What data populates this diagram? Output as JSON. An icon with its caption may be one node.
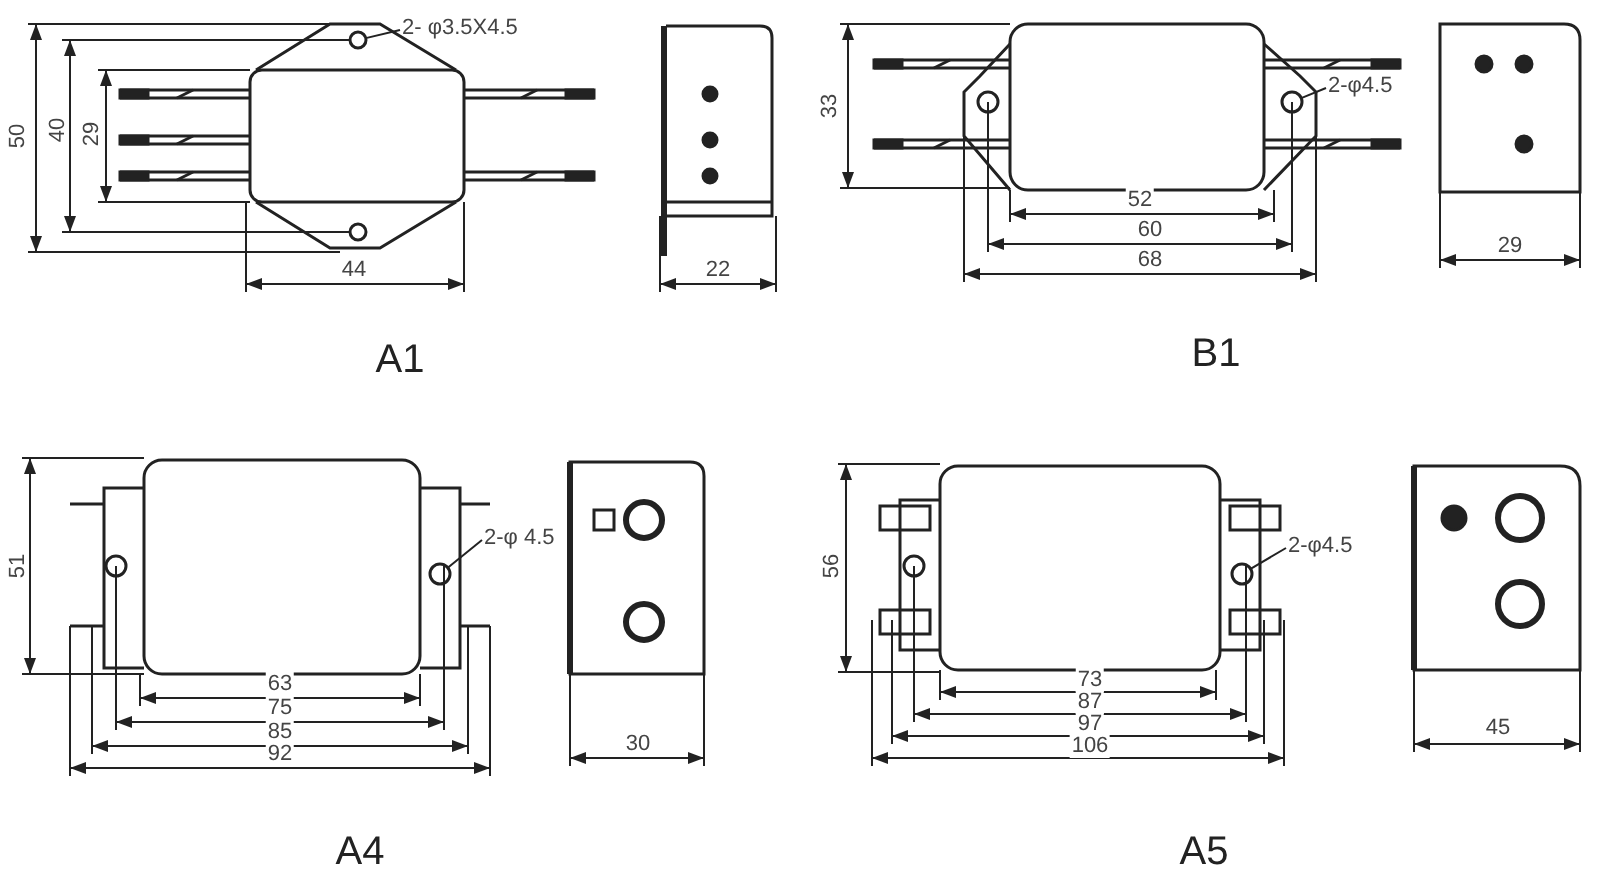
{
  "diagram": {
    "nodes": [
      {
        "text": [
          "2- φ3.5X4.5"
        ]
      },
      {
        "text": [],
        "shape": "circle"
      },
      {
        "text": [
          "2-φ4.5"
        ]
      },
      {
        "text": [],
        "shape": "circle"
      },
      {
        "text": [
          "2-φ 4.5"
        ]
      },
      {
        "text": [],
        "shape": "circle"
      },
      {
        "text": [
          "2-φ4.5"
        ]
      },
      {
        "text": [],
        "shape": "circle"
      }
    ],
    "edges": [
      {
        "from": 0,
        "to": 1,
        "arrow": "none"
      },
      {
        "from": 2,
        "to": 3,
        "arrow": "none"
      },
      {
        "from": 4,
        "to": 5,
        "arrow": "none"
      },
      {
        "from": 6,
        "to": 7,
        "arrow": "none"
      }
    ],
    "labels": [
      "50",
      "40",
      "29",
      "44",
      "22",
      "A1",
      "33",
      "52",
      "60",
      "68",
      "29",
      "B1",
      "51",
      "63",
      "75",
      "85",
      "92",
      "30",
      "A4",
      "56",
      "73",
      "87",
      "97",
      "106",
      "45",
      "A5"
    ]
  }
}
